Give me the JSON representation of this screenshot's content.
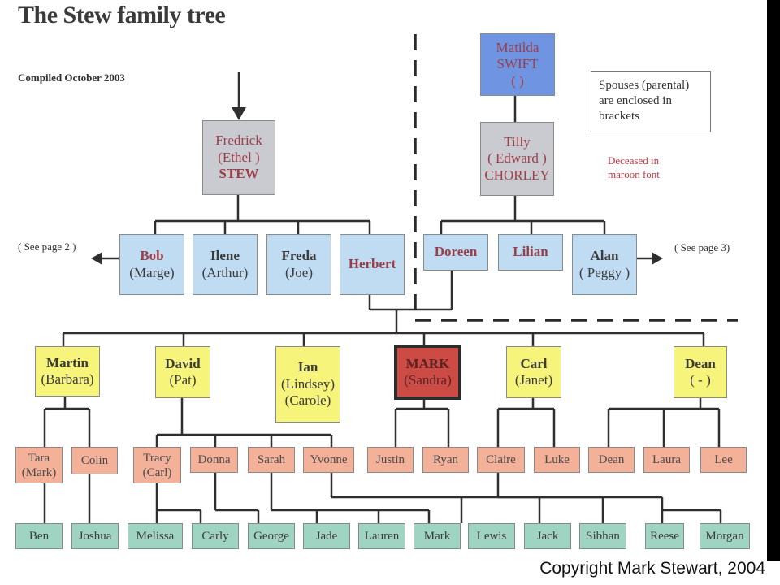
{
  "title": "The Stew family tree",
  "compiled": "Compiled October 2003",
  "legend": {
    "line1": "Spouses (parental)",
    "line2": "are enclosed in",
    "line3": "brackets"
  },
  "deceased_note": {
    "line1": "Deceased in",
    "line2": "maroon font"
  },
  "see_page_2": "( See page 2 )",
  "see_page_3": "( See page 3)",
  "copyright": "Copyright Mark Stewart, 2004",
  "ancestors": {
    "matilda": {
      "name": "Matilda",
      "surname": "SWIFT",
      "spouse": "( )"
    },
    "tilly": {
      "name": "Tilly",
      "spouse": "( Edward )",
      "surname": "CHORLEY"
    },
    "fredrick": {
      "name": "Fredrick",
      "spouse": "(Ethel )",
      "surname": "STEW"
    }
  },
  "gen2": {
    "bob": {
      "name": "Bob",
      "spouse": "(Marge)"
    },
    "ilene": {
      "name": "Ilene",
      "spouse": "(Arthur)"
    },
    "freda": {
      "name": "Freda",
      "spouse": "(Joe)"
    },
    "herbert": {
      "name": "Herbert"
    },
    "doreen": {
      "name": "Doreen"
    },
    "lilian": {
      "name": "Lilian"
    },
    "alan": {
      "name": "Alan",
      "spouse": "( Peggy )"
    }
  },
  "gen3": {
    "martin": {
      "name": "Martin",
      "spouse": "(Barbara)"
    },
    "david": {
      "name": "David",
      "spouse": "(Pat)"
    },
    "ian": {
      "name": "Ian",
      "spouse1": "(Lindsey)",
      "spouse2": "(Carole)"
    },
    "mark": {
      "name": "MARK",
      "spouse": "(Sandra)"
    },
    "carl": {
      "name": "Carl",
      "spouse": "(Janet)"
    },
    "dean": {
      "name": "Dean",
      "spouse": "( - )"
    }
  },
  "gen4": {
    "tara": {
      "name": "Tara",
      "spouse": "(Mark)"
    },
    "colin": {
      "name": "Colin"
    },
    "tracy": {
      "name": "Tracy",
      "spouse": "(Carl)"
    },
    "donna": {
      "name": "Donna"
    },
    "sarah": {
      "name": "Sarah"
    },
    "yvonne": {
      "name": "Yvonne"
    },
    "justin": {
      "name": "Justin"
    },
    "ryan": {
      "name": "Ryan"
    },
    "claire": {
      "name": "Claire"
    },
    "luke": {
      "name": "Luke"
    },
    "dean2": {
      "name": "Dean"
    },
    "laura": {
      "name": "Laura"
    },
    "lee": {
      "name": "Lee"
    }
  },
  "gen5": {
    "ben": "Ben",
    "joshua": "Joshua",
    "melissa": "Melissa",
    "carly": "Carly",
    "george": "George",
    "jade": "Jade",
    "lauren": "Lauren",
    "mark": "Mark",
    "lewis": "Lewis",
    "jack": "Jack",
    "sibhan": "Sibhan",
    "reese": "Reese",
    "morgan": "Morgan"
  }
}
